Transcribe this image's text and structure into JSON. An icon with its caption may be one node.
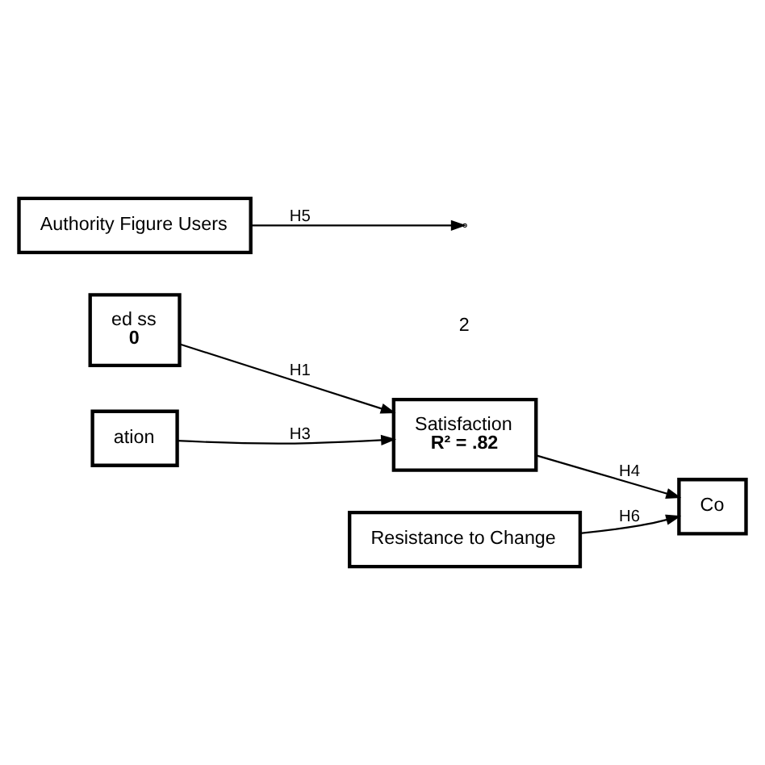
{
  "diagram": {
    "nodes": [
      {
        "text": [
          "ed ss",
          "0"
        ]
      },
      {
        "text": [
          "Satisfaction",
          "R² = .82"
        ]
      },
      {
        "text": [
          "Co"
        ]
      },
      {
        "text": [
          "ation"
        ]
      },
      {
        "text": [
          "Resistance to Change"
        ]
      },
      {
        "text": [
          "Authority Figure Users"
        ]
      }
    ],
    "edges": [
      {
        "from": 0,
        "to": 1,
        "arrow": "to",
        "label": "H1"
      },
      {
        "from": 3,
        "to": 1,
        "arrow": "to",
        "label": "H3"
      },
      {
        "from": 1,
        "to": 2,
        "arrow": "to",
        "label": "H4"
      },
      {
        "from": 4,
        "to": 2,
        "arrow": "to",
        "label": "H6"
      },
      {
        "from": 5,
        "to": null,
        "arrow": "to",
        "label": "H5"
      }
    ],
    "labels": [
      "2"
    ]
  }
}
